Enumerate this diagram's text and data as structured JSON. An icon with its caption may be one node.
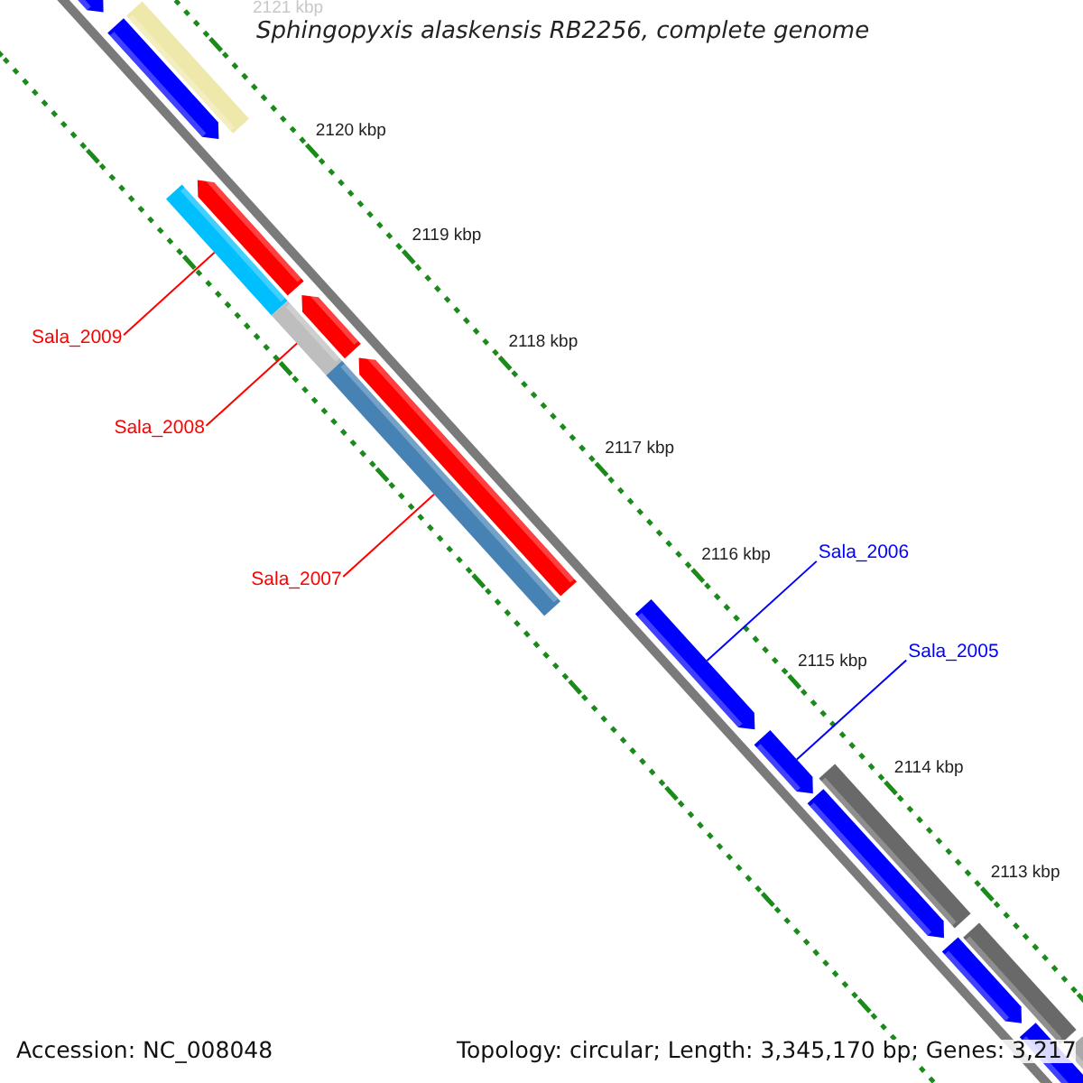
{
  "diagram": {
    "title": "Sphingopyxis alaskensis RB2256, complete genome",
    "nodes": [
      {
        "text": [],
        "shape": "bar"
      },
      {
        "text": [],
        "shape": "bar"
      },
      {
        "text": [],
        "shape": "bar"
      },
      {
        "text": [],
        "shape": "bar"
      },
      {
        "text": [],
        "shape": "bar"
      },
      {
        "text": [
          "Sala_2009"
        ]
      },
      {
        "text": [],
        "shape": "bar"
      },
      {
        "text": [],
        "shape": "bar"
      },
      {
        "text": [
          "Sala_2008"
        ]
      },
      {
        "text": [],
        "shape": "bar"
      },
      {
        "text": [],
        "shape": "bar"
      },
      {
        "text": [
          "Sala_2007"
        ]
      },
      {
        "text": [
          "Sala_2006"
        ]
      },
      {
        "text": [],
        "shape": "bar"
      },
      {
        "text": [
          "Sala_2005"
        ]
      },
      {
        "text": [],
        "shape": "bar"
      },
      {
        "text": [],
        "shape": "bar"
      },
      {
        "text": [],
        "shape": "bar"
      },
      {
        "text": [],
        "shape": "bar"
      },
      {
        "text": [],
        "shape": "bar"
      },
      {
        "text": [],
        "shape": "bar"
      },
      {
        "text": [],
        "shape": "bar"
      }
    ],
    "edges": [
      {
        "from": 5,
        "to": 4,
        "arrow": "none"
      },
      {
        "from": 8,
        "to": 7,
        "arrow": "none"
      },
      {
        "from": 11,
        "to": 10,
        "arrow": "none"
      },
      {
        "from": 12,
        "to": 13,
        "arrow": "none",
        "color": "#0000ff"
      },
      {
        "from": 14,
        "to": 15,
        "arrow": "none",
        "color": "#0000ff"
      }
    ],
    "labels": [
      "2121 kbp",
      "2120 kbp",
      "2119 kbp",
      "2118 kbp",
      "2117 kbp",
      "2116 kbp",
      "2115 kbp",
      "2114 kbp",
      "2113 kbp",
      "Accession: NC_008048",
      "Topology: circular; Length: 3,345,170 bp; Genes: 3,217"
    ]
  }
}
